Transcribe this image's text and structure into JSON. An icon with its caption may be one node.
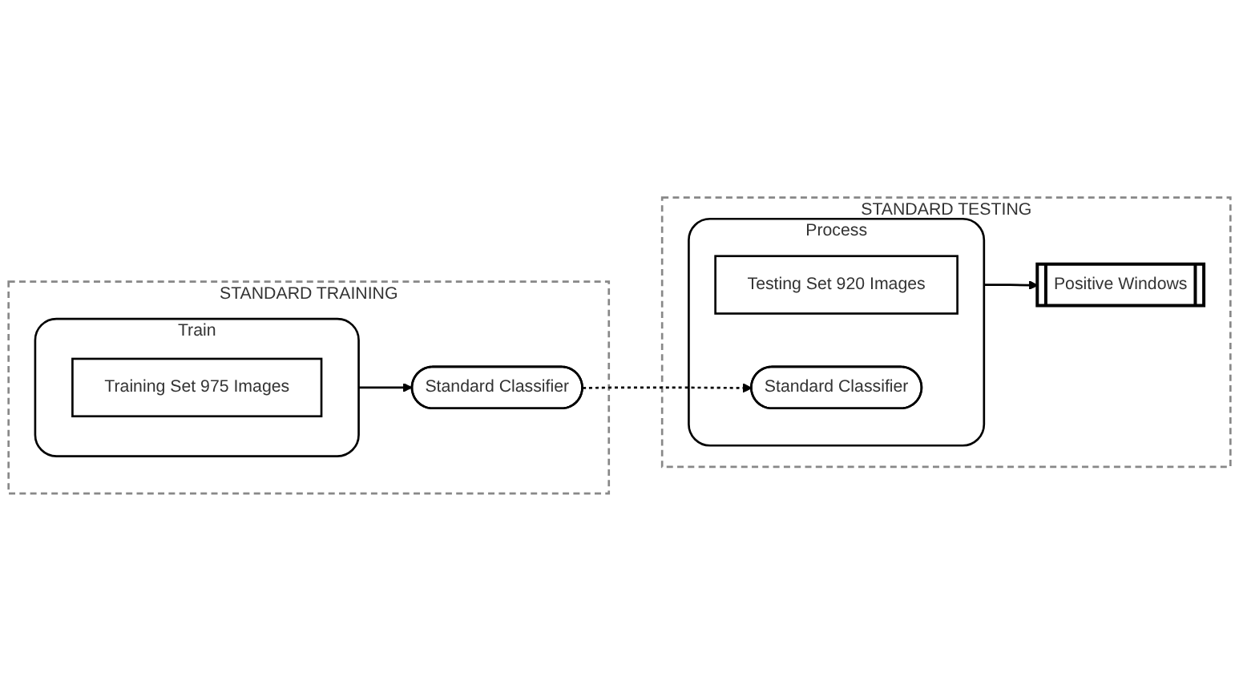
{
  "diagram": {
    "nodes": [
      {
        "text": [
          "STANDARD TRAINING"
        ]
      },
      {
        "text": [
          "Train"
        ],
        "in": 0
      },
      {
        "text": [
          "Training Set 975 Images"
        ],
        "in": 1
      },
      {
        "text": [
          "Standard Classifier"
        ],
        "in": 0
      },
      {
        "text": [
          "STANDARD TESTING"
        ]
      },
      {
        "text": [
          "Process"
        ],
        "in": 4
      },
      {
        "text": [
          "Testing Set 920 Images"
        ],
        "in": 5
      },
      {
        "text": [
          "Standard Classifier"
        ],
        "in": 5
      },
      {
        "text": [
          "Positive Windows"
        ],
        "in": 4
      }
    ],
    "edges": [
      {
        "from": 1,
        "to": 3,
        "arrow": "to"
      },
      {
        "from": 3,
        "to": 7,
        "arrow": "to",
        "style": "dashed"
      },
      {
        "from": 5,
        "to": 8,
        "arrow": "to"
      }
    ]
  }
}
